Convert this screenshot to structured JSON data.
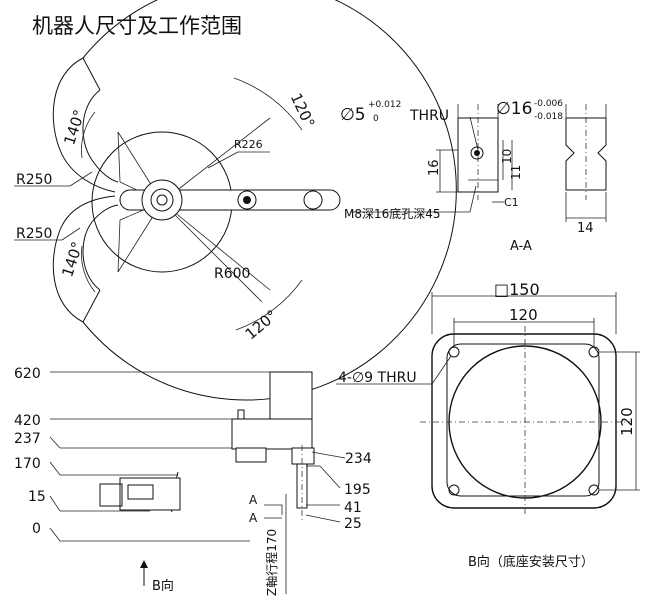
{
  "title": "机器人尺寸及工作范围",
  "top_view": {
    "r250_upper": "R250",
    "r250_lower": "R250",
    "angle_140_upper": "140°",
    "angle_140_lower": "140°",
    "r226": "R226",
    "r600": "R600",
    "angle_120_upper": "120°",
    "angle_120_lower": "120°"
  },
  "shaft_detail": {
    "pin_hole": "∅5",
    "pin_tol_upper": "+0.012",
    "pin_tol_lower": "0",
    "thru": "THRU",
    "shaft_dia": "∅16",
    "shaft_tol_upper": "-0.006",
    "shaft_tol_lower": "-0.018",
    "dim_16": "16",
    "dim_10": "10",
    "dim_11": "11",
    "chamfer": "C1",
    "tapped_hole": "M8深16底孔深45",
    "dim_14": "14",
    "section": "A-A"
  },
  "base_view": {
    "square": "□150",
    "width_120": "120",
    "height_120": "120",
    "holes": "4-∅9 THRU",
    "caption": "B向（底座安装尺寸）"
  },
  "side_view": {
    "h620": "620",
    "h420": "420",
    "h237": "237",
    "h170": "170",
    "h15": "15",
    "h0": "0",
    "h234": "234",
    "h195": "195",
    "h41": "41",
    "h25": "25",
    "sec_a1": "A",
    "sec_a2": "A",
    "stroke_label": "Z軸行程170",
    "view_b": "B向"
  }
}
